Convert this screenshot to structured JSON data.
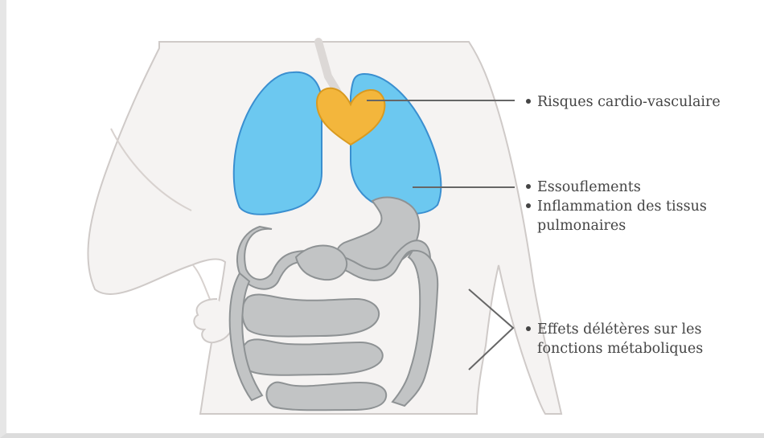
{
  "labels": {
    "cardio": "Risques cardio-vasculaire",
    "essoufflements": "Essouflements",
    "inflammation_line1": "Inflammation des tissus",
    "inflammation_line2": "pulmonaires",
    "effets_line1": "Effets délétères sur les",
    "effets_line2": "fonctions métaboliques"
  },
  "colors": {
    "body_fill": "#f5f3f2",
    "body_stroke": "#cfcac8",
    "lung_fill": "#6cc8f0",
    "lung_stroke": "#3a8fd0",
    "heart_fill": "#f3b63c",
    "heart_stroke": "#d99a20",
    "intestine_fill": "#c2c4c5",
    "intestine_stroke": "#8e9294",
    "connector": "#666666",
    "text": "#444444"
  },
  "icons": [
    "lungs-icon",
    "heart-icon",
    "intestines-icon",
    "bracket-icon"
  ]
}
